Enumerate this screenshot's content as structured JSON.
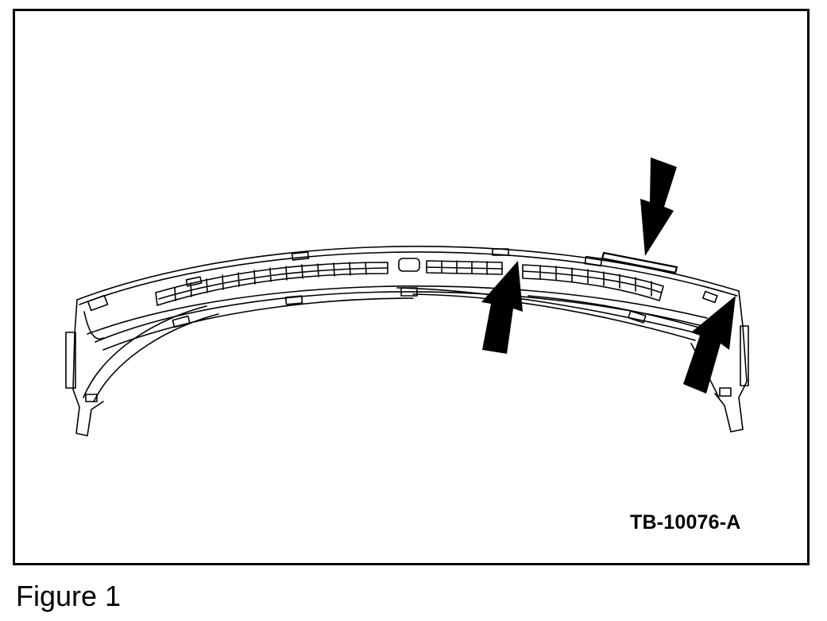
{
  "figure": {
    "reference_code": "TB-10076-A",
    "caption": "Figure 1"
  },
  "colors": {
    "line": "#000000",
    "background": "#ffffff"
  },
  "arrows": [
    {
      "name": "arrow-down-upper-right",
      "direction": "down"
    },
    {
      "name": "arrow-up-center",
      "direction": "up"
    },
    {
      "name": "arrow-up-right-end",
      "direction": "up"
    }
  ]
}
